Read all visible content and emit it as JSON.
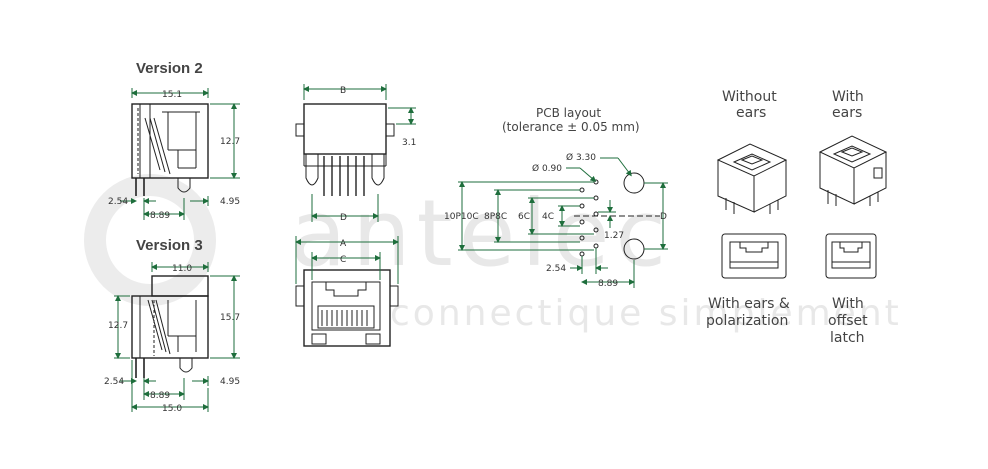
{
  "watermark": {
    "brand": "antelec",
    "tagline": "connectique simplement"
  },
  "version2": {
    "title": "Version 2",
    "width_top": "15.1",
    "height_right": "12.7",
    "pitch_left": "2.54",
    "span_bottom": "8.89",
    "offset_right": "4.95"
  },
  "version3": {
    "title": "Version 3",
    "width_top": "11.0",
    "height_left": "12.7",
    "height_right": "15.7",
    "pitch_left": "2.54",
    "span_bottom": "8.89",
    "offset_right": "4.95",
    "width_bottom": "15.0"
  },
  "side_view": {
    "dim_b": "B",
    "dim_3_1": "3.1",
    "dim_d": "D"
  },
  "front_view": {
    "dim_a": "A",
    "dim_c": "C"
  },
  "pcb": {
    "title_line1": "PCB layout",
    "title_line2": "(tolerance ± 0.05 mm)",
    "hole_large": "Ø 3.30",
    "hole_small": "Ø 0.90",
    "label_10p10c": "10P10C",
    "label_8p8c": "8P8C",
    "label_6c": "6C",
    "label_4c": "4C",
    "dim_127": "1.27",
    "dim_254": "2.54",
    "dim_889": "8.89",
    "dim_d": "D"
  },
  "variants": {
    "without_ears_l1": "Without",
    "without_ears_l2": "ears",
    "with_ears_l1": "With",
    "with_ears_l2": "ears",
    "polarization_l1": "With ears &",
    "polarization_l2": "polarization",
    "offset_l1": "With",
    "offset_l2": "offset",
    "offset_l3": "latch"
  },
  "colors": {
    "dimension": "#1e6e3c",
    "drawing": "#222222",
    "text": "#444444",
    "watermark": "#e8e8e8"
  }
}
